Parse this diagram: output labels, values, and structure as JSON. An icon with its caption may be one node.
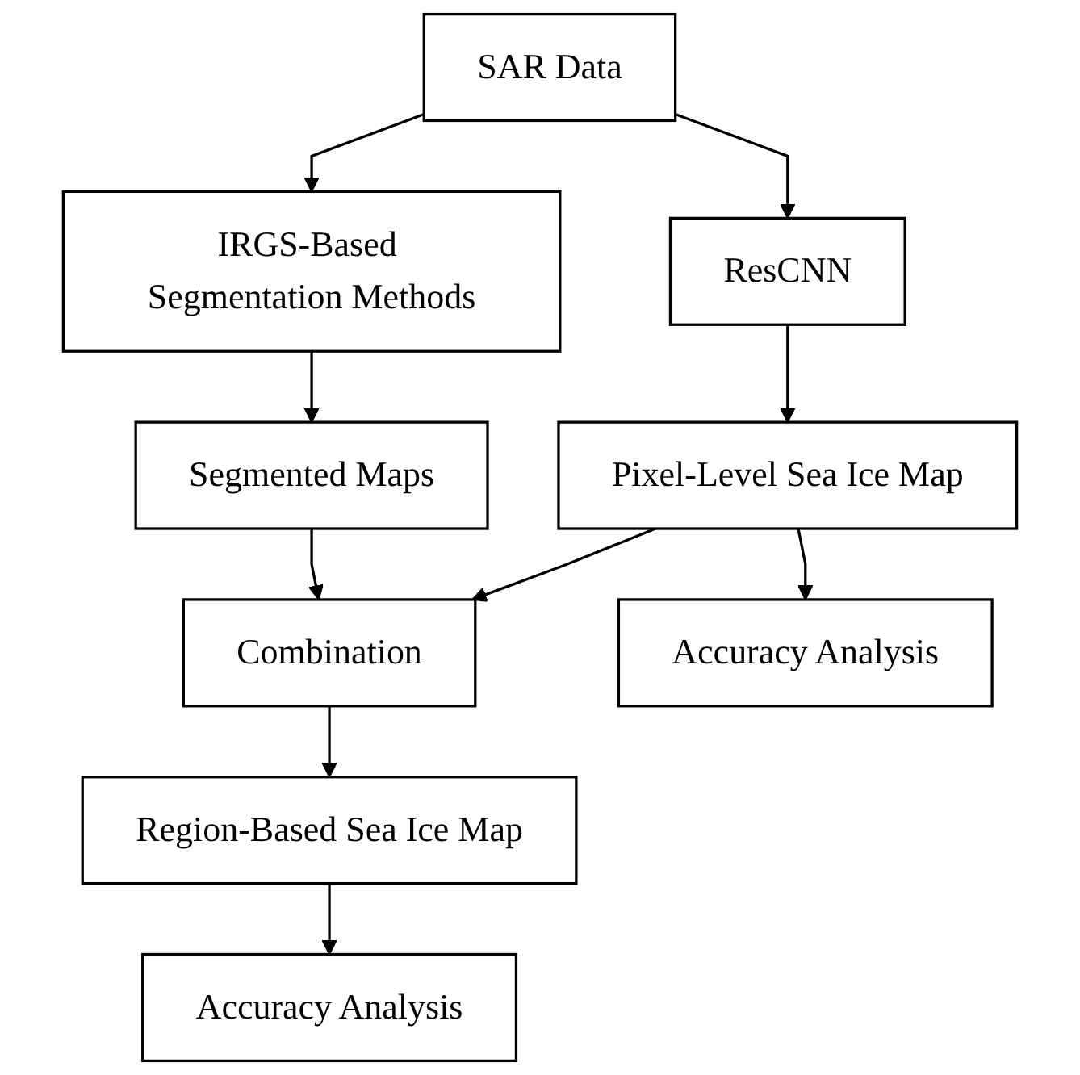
{
  "diagram": {
    "nodes": [
      {
        "text": [
          "SAR Data"
        ]
      },
      {
        "text": [
          "IRGS-Based Segmentation Methods"
        ]
      },
      {
        "text": [
          "ResCNN"
        ]
      },
      {
        "text": [
          "Segmented Maps"
        ]
      },
      {
        "text": [
          "Pixel-Level Sea Ice Map"
        ]
      },
      {
        "text": [
          "Combination"
        ]
      },
      {
        "text": [
          "Accuracy Analysis"
        ]
      },
      {
        "text": [
          "Region-Based Sea Ice Map"
        ]
      },
      {
        "text": [
          "Accuracy Analysis"
        ]
      }
    ],
    "edges": [
      {
        "from": 0,
        "to": 1,
        "arrow": "to"
      },
      {
        "from": 0,
        "to": 2,
        "arrow": "to"
      },
      {
        "from": 1,
        "to": 3,
        "arrow": "to"
      },
      {
        "from": 2,
        "to": 4,
        "arrow": "to"
      },
      {
        "from": 3,
        "to": 5,
        "arrow": "to"
      },
      {
        "from": 4,
        "to": 5,
        "arrow": "to"
      },
      {
        "from": 4,
        "to": 6,
        "arrow": "to"
      },
      {
        "from": 5,
        "to": 7,
        "arrow": "to"
      },
      {
        "from": 7,
        "to": 8,
        "arrow": "to"
      }
    ]
  }
}
